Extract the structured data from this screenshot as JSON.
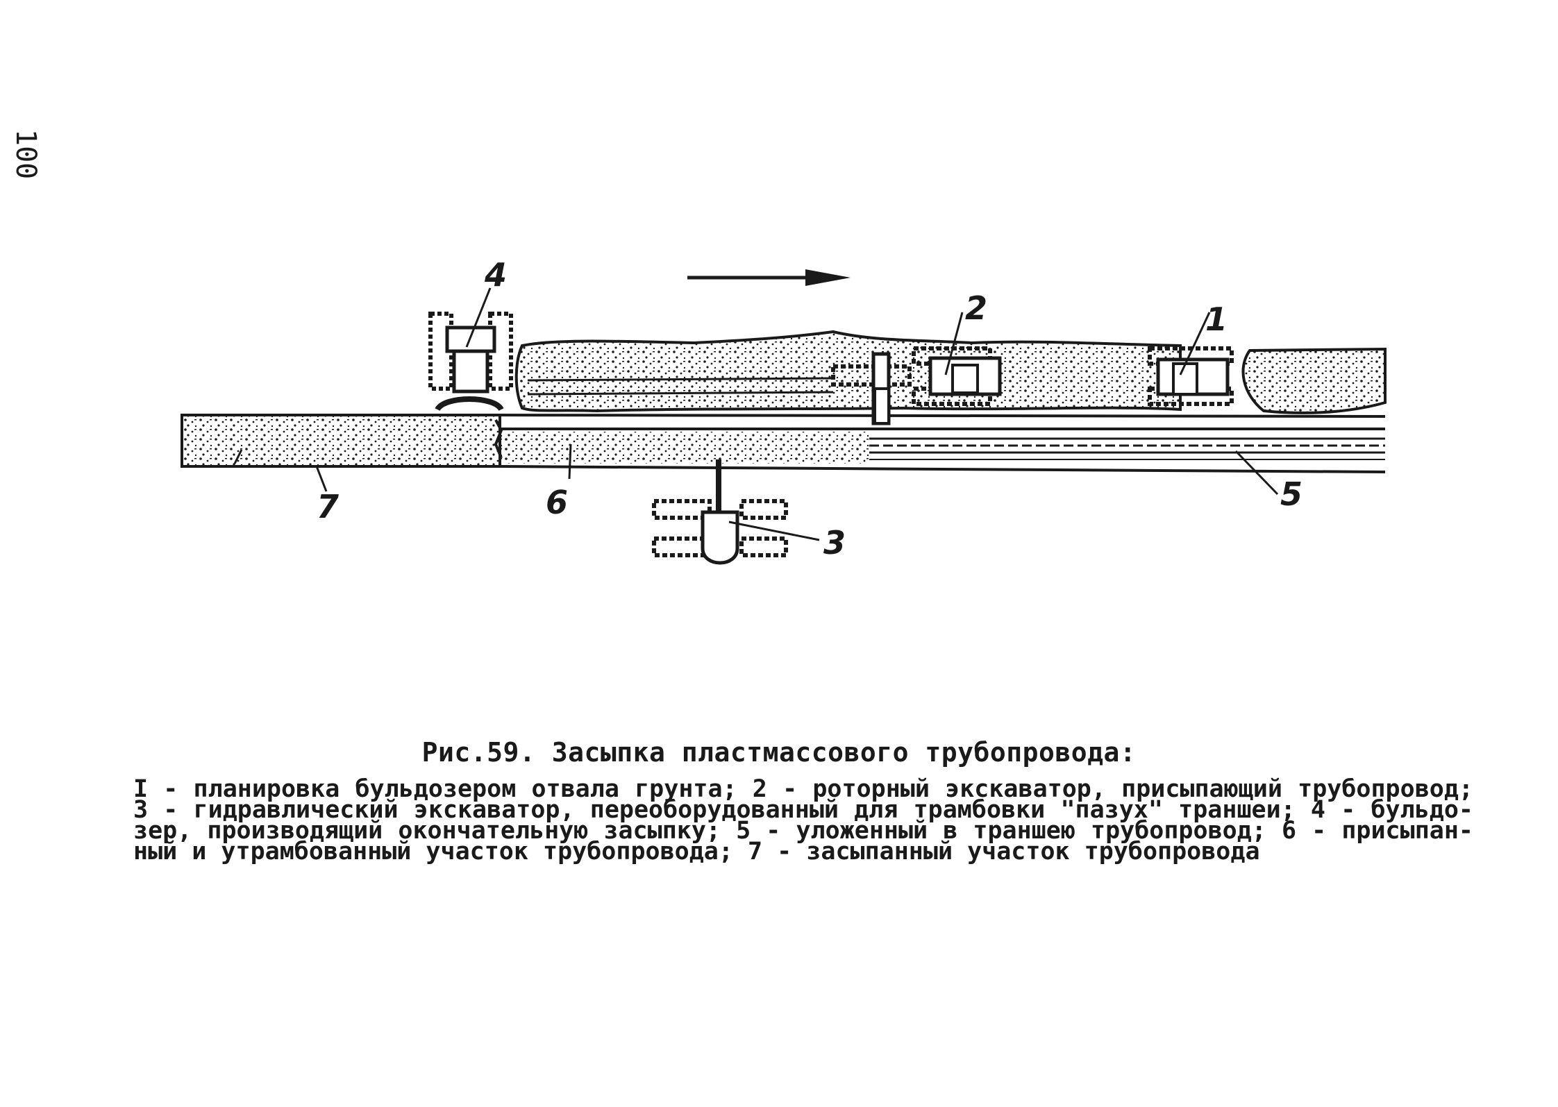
{
  "page": {
    "number": "100"
  },
  "figure": {
    "callouts": {
      "c1": "1",
      "c2": "2",
      "c3": "3",
      "c4": "4",
      "c5": "5",
      "c6": "6",
      "c7": "7"
    },
    "icons": [
      "direction-arrow-icon",
      "bulldozer-icon",
      "rotary-excavator-icon",
      "hydraulic-excavator-icon"
    ],
    "ink_color": "#1a1a1a"
  },
  "caption": {
    "title": "Рис.59. Засыпка пластмассового трубопровода:",
    "legend_lines": [
      "I - планировка бульдозером отвала грунта; 2 - роторный экскаватор, присыпающий трубопровод;",
      "3 - гидравлический экскаватор, переоборудованный для трамбовки \"пазух\" траншеи; 4 - бульдо-",
      "зер, производящий окончательную засыпку; 5 - уложенный в траншею трубопровод; 6 - присыпан-",
      "ный и утрамбованный участок трубопровода; 7 - засыпанный участок трубопровода"
    ]
  }
}
